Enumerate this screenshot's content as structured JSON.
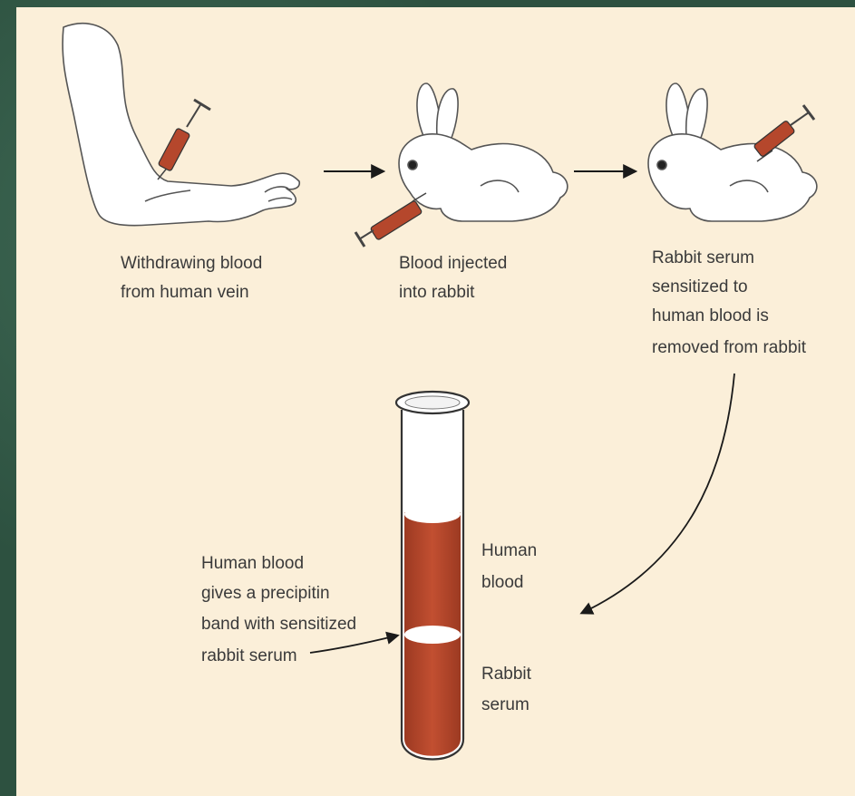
{
  "step1": {
    "line1": "Withdrawing blood",
    "line2": "from human vein"
  },
  "step2": {
    "line1": "Blood injected",
    "line2": "into rabbit"
  },
  "step3": {
    "line1": "Rabbit serum",
    "line2": "sensitized to",
    "line3": "human blood is",
    "line4": "removed from rabbit"
  },
  "precipitin": {
    "line1": "Human blood",
    "line2": "gives a precipitin",
    "line3": "band with sensitized",
    "line4": "rabbit serum"
  },
  "tube_labels": {
    "human_blood": {
      "line1": "Human",
      "line2": "blood"
    },
    "rabbit_serum": {
      "line1": "Rabbit",
      "line2": "serum"
    }
  },
  "colors": {
    "panel": "#fbefd9",
    "blood": "#b5472c",
    "blood_dark": "#8e3620",
    "frame": "#2d5140"
  }
}
